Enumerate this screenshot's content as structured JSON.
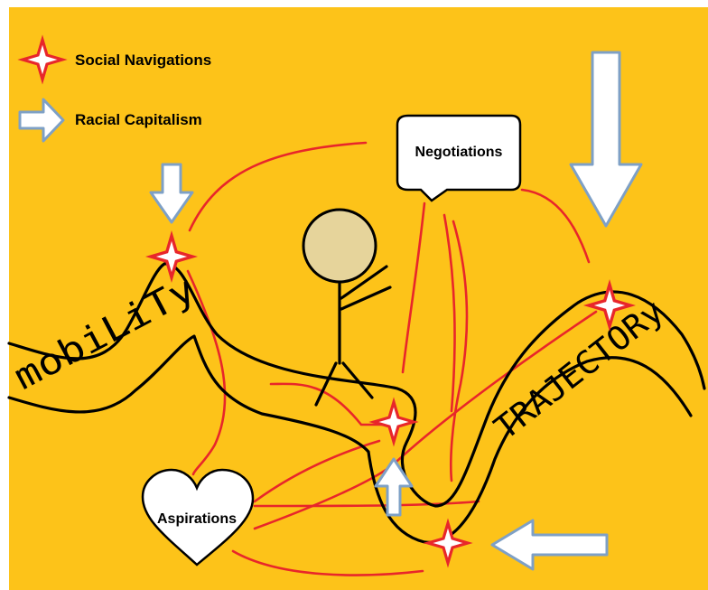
{
  "legend": {
    "social_navigations": "Social Navigations",
    "racial_capitalism": "Racial Capitalism"
  },
  "bubbles": {
    "negotiations": "Negotiations",
    "aspirations": "Aspirations"
  },
  "path_labels": {
    "mobility": "mobiLiTy",
    "trajectory": "TRAJECTORy"
  },
  "colors": {
    "background": "#FDC319",
    "star_outline": "#E8262A",
    "arrow_fill": "#FFFFFF",
    "arrow_outline": "#7EA0C6",
    "red_lines": "#E8262A",
    "head": "#E6D49B"
  },
  "icons": [
    "star-icon",
    "arrow-icon",
    "speech-bubble-icon",
    "heart-icon",
    "stick-figure-icon"
  ]
}
